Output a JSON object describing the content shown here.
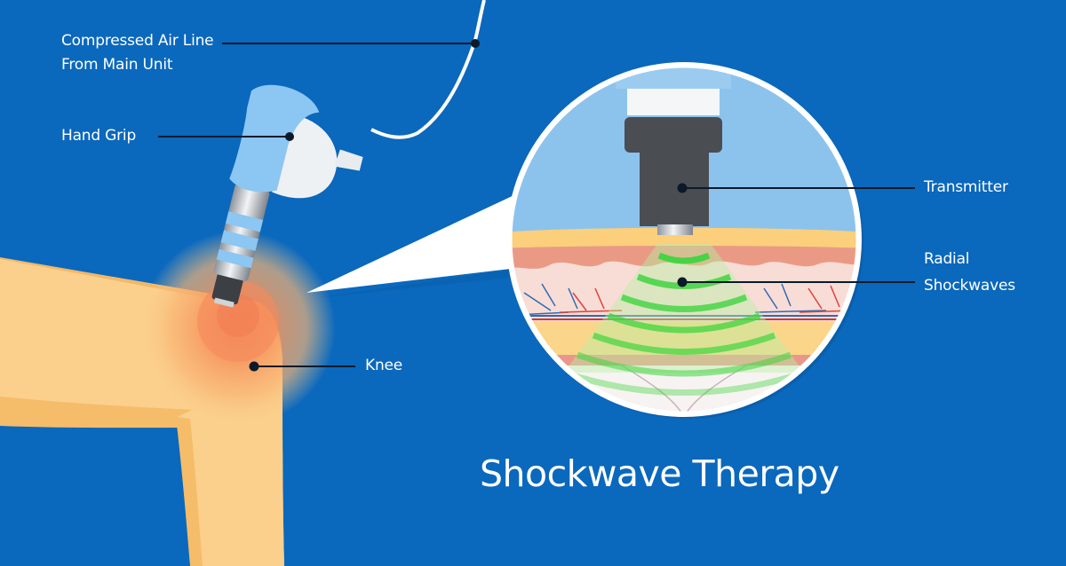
{
  "diagram": {
    "title": "Shockwave Therapy",
    "background_color": "#0a68bd",
    "labels": {
      "air_line": {
        "line1": "Compressed Air Line",
        "line2": "From Main Unit"
      },
      "hand_grip": "Hand Grip",
      "knee": "Knee",
      "transmitter": "Transmitter",
      "radial_shockwaves": {
        "line1": "Radial",
        "line2": "Shockwaves"
      }
    },
    "colors": {
      "skin": "#fbcf8c",
      "knee_highlight": "#f28a5a",
      "grip": "#8cc6f2",
      "housing": "#f2f4f6",
      "transmitter": "#4a4d52",
      "shockwave": "#3fd43f",
      "leader_line": "#0b1a2a"
    },
    "nodes": [
      {
        "id": "air_line",
        "label": "Compressed Air Line From Main Unit"
      },
      {
        "id": "hand_grip",
        "label": "Hand Grip"
      },
      {
        "id": "knee",
        "label": "Knee"
      },
      {
        "id": "transmitter",
        "label": "Transmitter"
      },
      {
        "id": "radial_shockwaves",
        "label": "Radial Shockwaves"
      }
    ],
    "edges": [
      {
        "from": "air_line",
        "to": "hand_grip",
        "type": "connects-to"
      },
      {
        "from": "hand_grip",
        "to": "transmitter",
        "type": "holds"
      },
      {
        "from": "transmitter",
        "to": "radial_shockwaves",
        "type": "emits"
      },
      {
        "from": "radial_shockwaves",
        "to": "knee",
        "type": "treats"
      }
    ]
  }
}
